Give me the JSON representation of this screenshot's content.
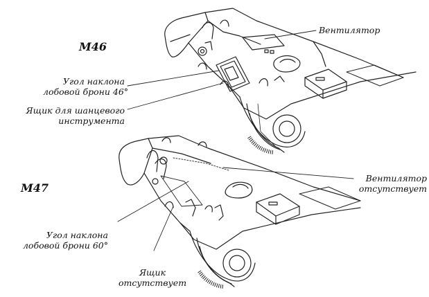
{
  "models": {
    "top": "M46",
    "bottom": "M47"
  },
  "labels": {
    "fan": "Вентилятор",
    "armor46": "Угол наклона\nлобовой брони 46°",
    "toolbox": "Ящик для шанцевого\nинструмента",
    "fan_absent": "Вентилятор\nотсутствует",
    "armor60": "Угол наклона\nлобовой брони 60°",
    "box_absent": "Ящик\nотсутствует"
  }
}
